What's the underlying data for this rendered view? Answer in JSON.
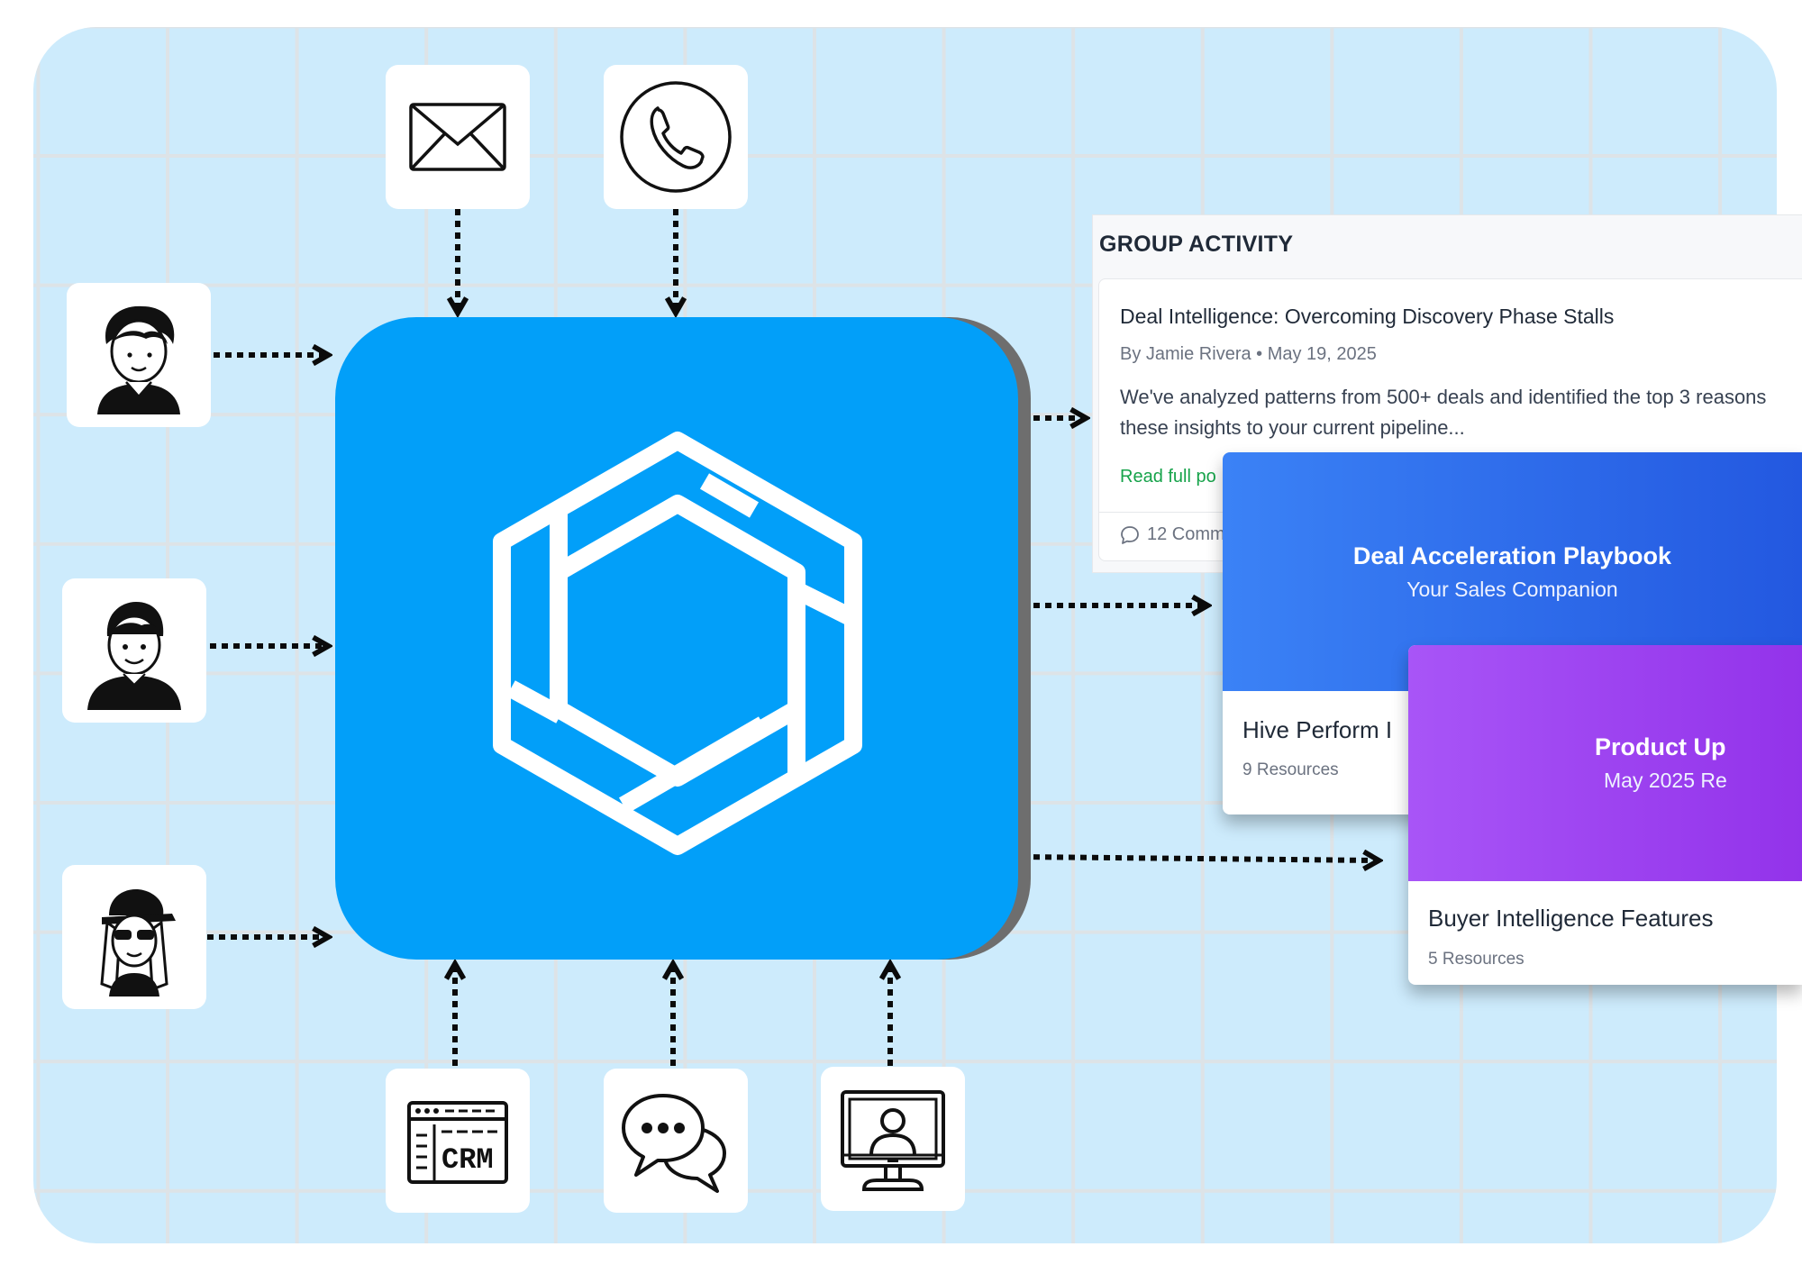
{
  "diagram": {
    "hub": {
      "name": "platform-hexagon-logo"
    },
    "inputs_top": [
      {
        "icon": "envelope-icon"
      },
      {
        "icon": "phone-icon"
      }
    ],
    "inputs_left": [
      {
        "icon": "person-avatar-icon"
      },
      {
        "icon": "person-avatar-icon"
      },
      {
        "icon": "person-cap-sunglasses-icon"
      }
    ],
    "inputs_bottom": [
      {
        "icon": "crm-window-icon",
        "label": "CRM"
      },
      {
        "icon": "chat-bubbles-icon"
      },
      {
        "icon": "video-call-monitor-icon"
      }
    ]
  },
  "group_activity": {
    "heading": "GROUP ACTIVITY",
    "post": {
      "title": "Deal Intelligence: Overcoming Discovery Phase Stalls",
      "meta": "By Jamie Rivera • May 19, 2025",
      "body_line1": "We've analyzed patterns from 500+ deals and identified the top 3 reasons",
      "body_line2": "these insights to your current pipeline...",
      "link": "Read full po",
      "comments": "12 Comm"
    }
  },
  "playbook_card": {
    "banner_title": "Deal Acceleration Playbook",
    "banner_subtitle": "Your Sales Companion",
    "name": "Hive Perform I",
    "resources": "9 Resources"
  },
  "product_card": {
    "banner_title": "Product Up",
    "banner_subtitle": "May 2025 Re",
    "name": "Buyer Intelligence Features",
    "resources": "5 Resources"
  },
  "colors": {
    "panel_bg": "#cdebfc",
    "hub_blue": "#029ff9",
    "playbook_gradient_start": "#3b82f6",
    "playbook_gradient_end": "#2358e0",
    "product_gradient_start": "#a855f7",
    "product_gradient_end": "#9333ea",
    "link_green": "#16a34a"
  }
}
